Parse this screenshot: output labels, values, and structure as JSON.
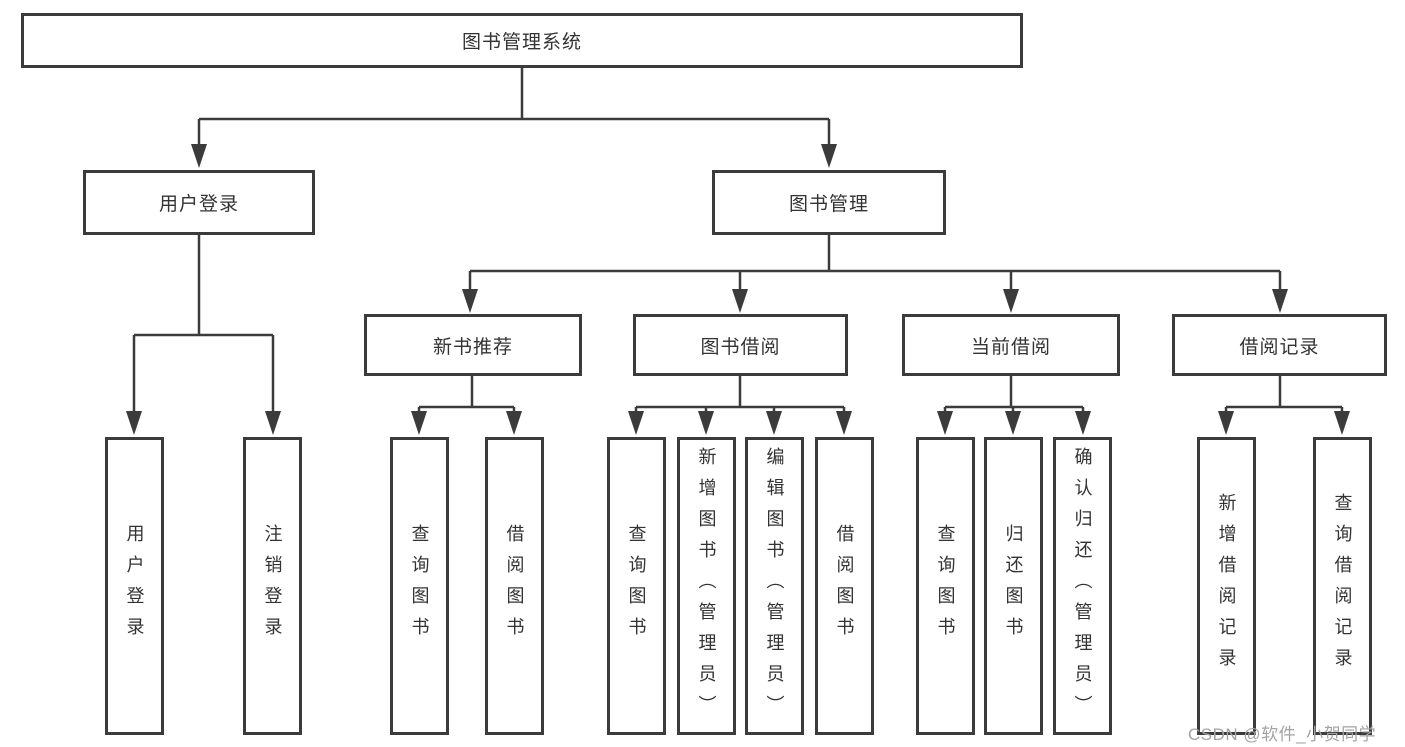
{
  "tree": {
    "root": "图书管理系统",
    "branches": [
      {
        "label": "用户登录",
        "leaves": [
          "用户登录",
          "注销登录"
        ]
      },
      {
        "label": "图书管理",
        "children": [
          {
            "label": "新书推荐",
            "leaves": [
              "查询图书",
              "借阅图书"
            ]
          },
          {
            "label": "图书借阅",
            "leaves": [
              "查询图书",
              "新增图书（管理员）",
              "编辑图书（管理员）",
              "借阅图书"
            ]
          },
          {
            "label": "当前借阅",
            "leaves": [
              "查询图书",
              "归还图书",
              "确认归还（管理员）"
            ]
          },
          {
            "label": "借阅记录",
            "leaves": [
              "新增借阅记录",
              "查询借阅记录"
            ]
          }
        ]
      }
    ]
  },
  "watermark": "CSDN @软件_小贺同学",
  "colors": {
    "line": "#3b3b3b",
    "text": "#333333",
    "watermark": "#a3a3a3",
    "background": "#ffffff"
  }
}
